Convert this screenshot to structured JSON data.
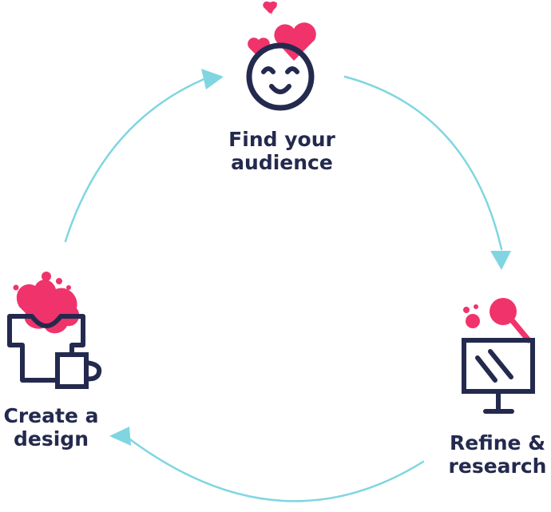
{
  "steps": [
    {
      "id": "find",
      "lines": [
        "Find your",
        "audience"
      ],
      "icon": "smiling-face-icon"
    },
    {
      "id": "refine",
      "lines": [
        "Refine &",
        "research"
      ],
      "icon": "monitor-magnifier-icon"
    },
    {
      "id": "create",
      "lines": [
        "Create a",
        "design"
      ],
      "icon": "tshirt-mug-icon"
    }
  ],
  "colors": {
    "navy": "#242a4e",
    "pink": "#f0336b",
    "arrow": "#7fd6e1"
  }
}
